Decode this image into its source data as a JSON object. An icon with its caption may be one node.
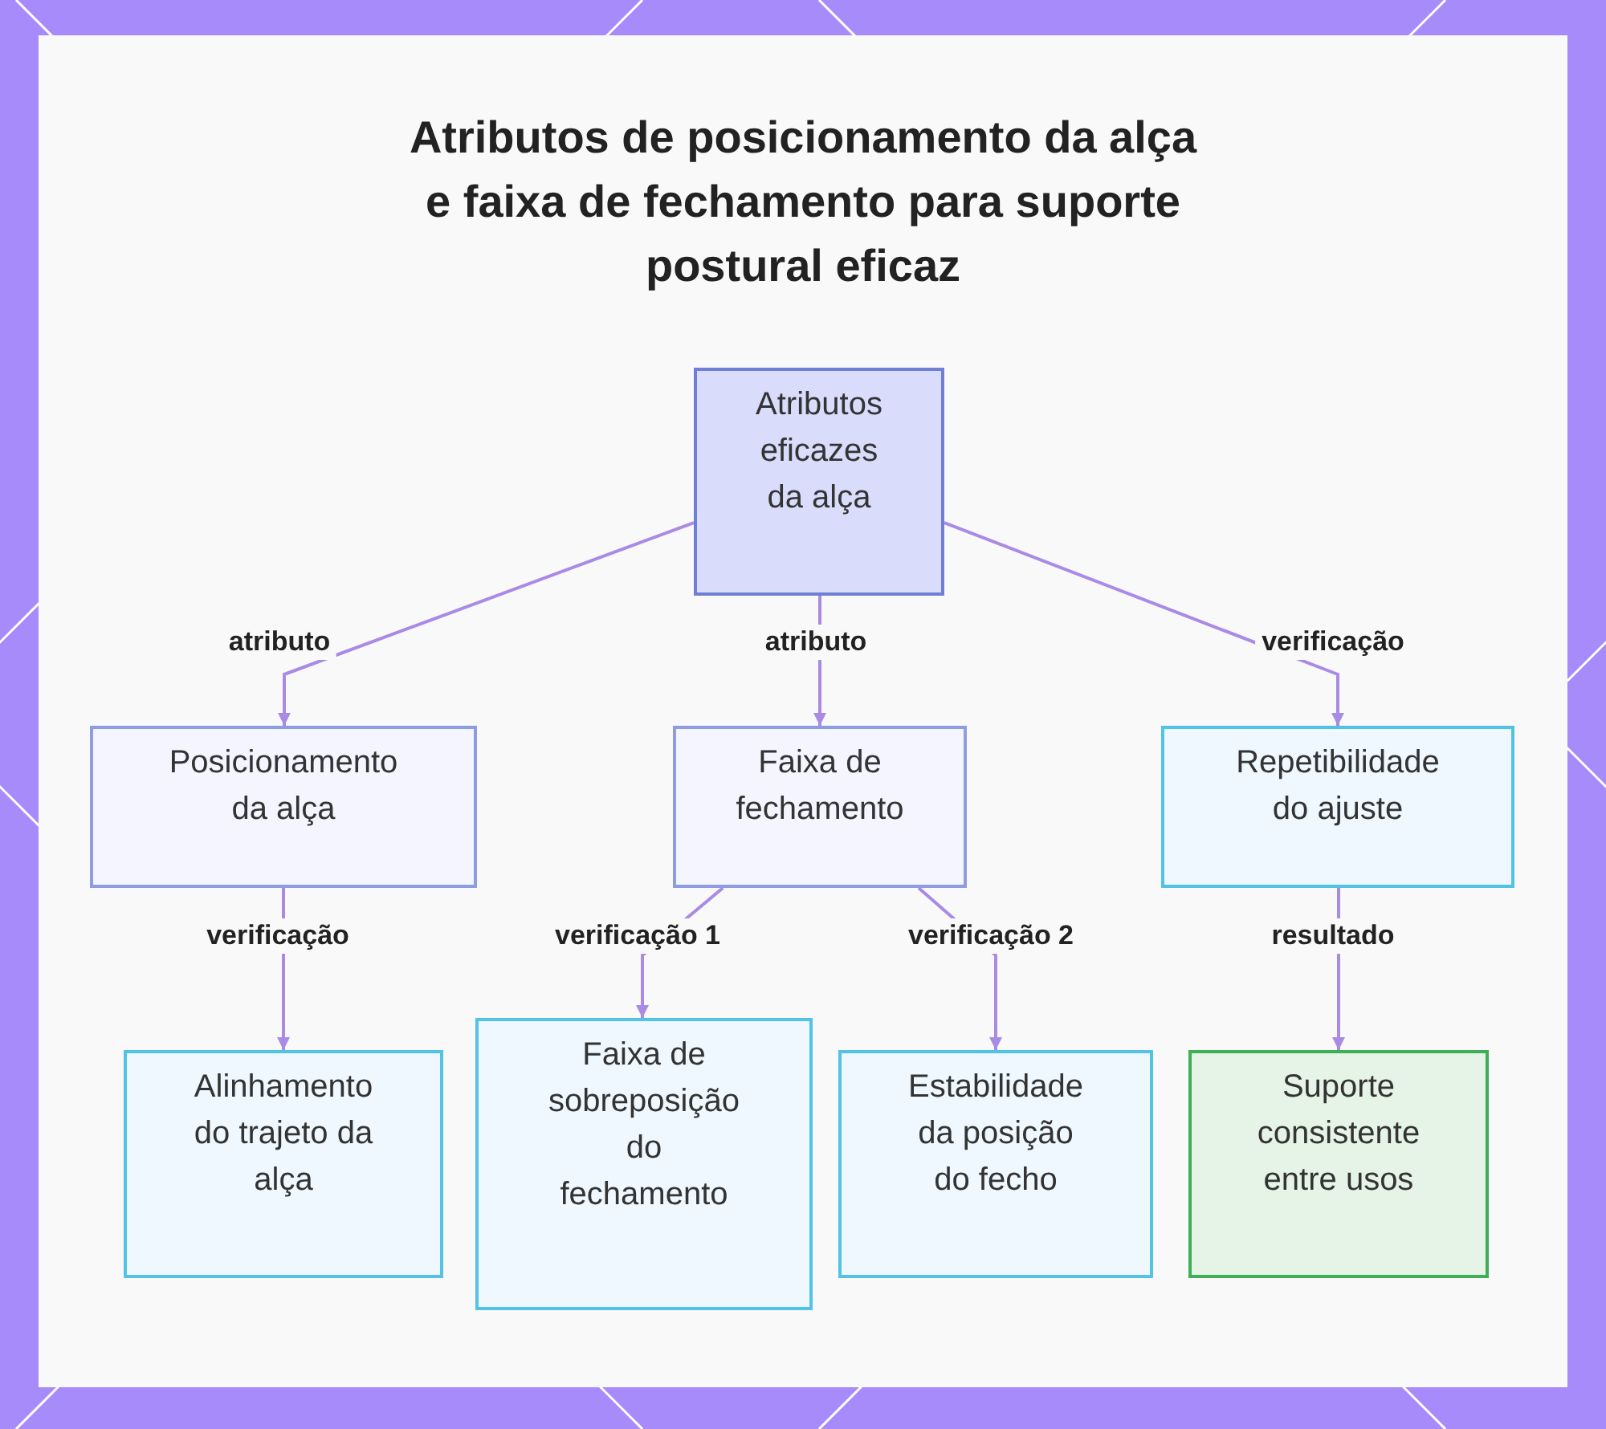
{
  "diagram": {
    "title": "Atributos de posicionamento da alça e faixa de fechamento para suporte postural eficaz",
    "nodes": [
      {
        "text": [
          "Atributos eficazes da alça"
        ]
      },
      {
        "text": [
          "Posicionamento da alça"
        ]
      },
      {
        "text": [
          "Faixa de fechamento"
        ]
      },
      {
        "text": [
          "Repetibilidade do ajuste"
        ]
      },
      {
        "text": [
          "Alinhamento do trajeto da alça"
        ]
      },
      {
        "text": [
          "Faixa de sobreposição do fechamento"
        ]
      },
      {
        "text": [
          "Estabilidade da posição do fecho"
        ]
      },
      {
        "text": [
          "Suporte consistente entre usos"
        ]
      }
    ],
    "edges": [
      {
        "from": 0,
        "to": 1,
        "arrow": "to",
        "label": "atributo"
      },
      {
        "from": 0,
        "to": 2,
        "arrow": "to",
        "label": "atributo"
      },
      {
        "from": 0,
        "to": 3,
        "arrow": "to",
        "label": "verificação"
      },
      {
        "from": 1,
        "to": 4,
        "arrow": "to",
        "label": "verificação"
      },
      {
        "from": 2,
        "to": 5,
        "arrow": "to",
        "label": "verificação 1"
      },
      {
        "from": 2,
        "to": 6,
        "arrow": "to",
        "label": "verificação 2"
      },
      {
        "from": 3,
        "to": 7,
        "arrow": "to",
        "label": "resultado"
      }
    ]
  }
}
